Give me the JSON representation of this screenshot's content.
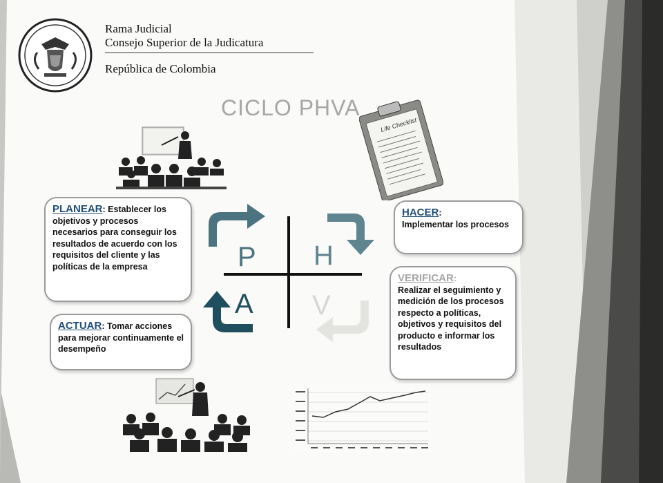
{
  "header": {
    "line1": "Rama Judicial",
    "line2": "Consejo Superior de la Judicatura",
    "line3": "República de Colombia"
  },
  "title": "CICLO PHVA",
  "cycle": {
    "p": "P",
    "h": "H",
    "v": "V",
    "a": "A"
  },
  "planear": {
    "heading": "PLANEAR",
    "text": ": Establecer los objetivos y procesos necesarios para conseguir los resultados de acuerdo con los requisitos del cliente y las políticas de la empresa"
  },
  "hacer": {
    "heading": "HACER",
    "text": ":",
    "body": "Implementar los procesos"
  },
  "verificar": {
    "heading": "VERIFICAR",
    "text": ":",
    "body": "Realizar el seguimiento y medición de los procesos respecto a políticas, objetivos y requisitos del producto e informar los resultados"
  },
  "actuar": {
    "heading": "ACTUAR",
    "text": ": Tomar acciones  para mejorar continuamente el desempeño"
  },
  "clipboard": {
    "title": "Life Checklist"
  },
  "colors": {
    "arrow_teal": "#1f4e5f",
    "arrow_mid": "#4b7380",
    "text_grey": "#a6a6a6",
    "heading_blue": "#1f4e79"
  },
  "icons": [
    "seal-icon",
    "presenter-audience-icon",
    "clipboard-checklist-icon",
    "line-chart-icon"
  ]
}
